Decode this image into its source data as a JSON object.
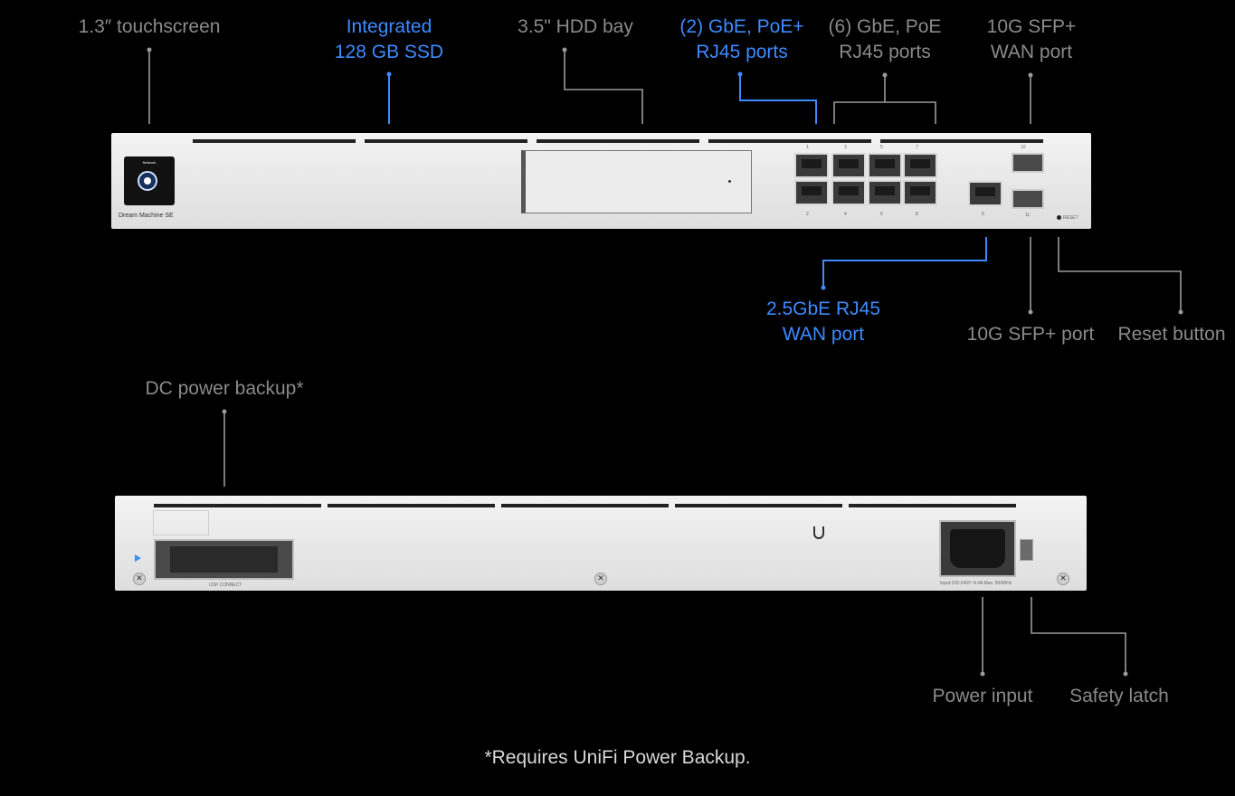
{
  "labels": {
    "touchscreen": "1.3″ touchscreen",
    "ssd_line1": "Integrated",
    "ssd_line2": "128 GB SSD",
    "hdd": "3.5\" HDD bay",
    "poe_line1": "(2) GbE, PoE+",
    "poe_line2": "RJ45 ports",
    "gbe_line1": "(6) GbE, PoE",
    "gbe_line2": "RJ45 ports",
    "sfp_wan_line1": "10G SFP+",
    "sfp_wan_line2": "WAN port",
    "wan25_line1": "2.5GbE RJ45",
    "wan25_line2": "WAN port",
    "sfp_port": "10G SFP+ port",
    "reset": "Reset button",
    "dc_power": "DC power backup*",
    "power_input": "Power input",
    "safety_latch": "Safety latch"
  },
  "device": {
    "screen_title": "Network",
    "model_name": "Dream Machine SE",
    "reset_label": "RESET",
    "usp_label": "USP CONNECT",
    "power_rating": "Input:100-240V~4.4A Max. 50/60Hz",
    "port_numbers": [
      "1",
      "3",
      "5",
      "7",
      "2",
      "4",
      "6",
      "8",
      "9",
      "10",
      "11"
    ]
  },
  "footnote": "*Requires UniFi Power Backup.",
  "colors": {
    "accent": "#3d8bff",
    "muted": "#8a8a8a",
    "background": "#000000"
  }
}
